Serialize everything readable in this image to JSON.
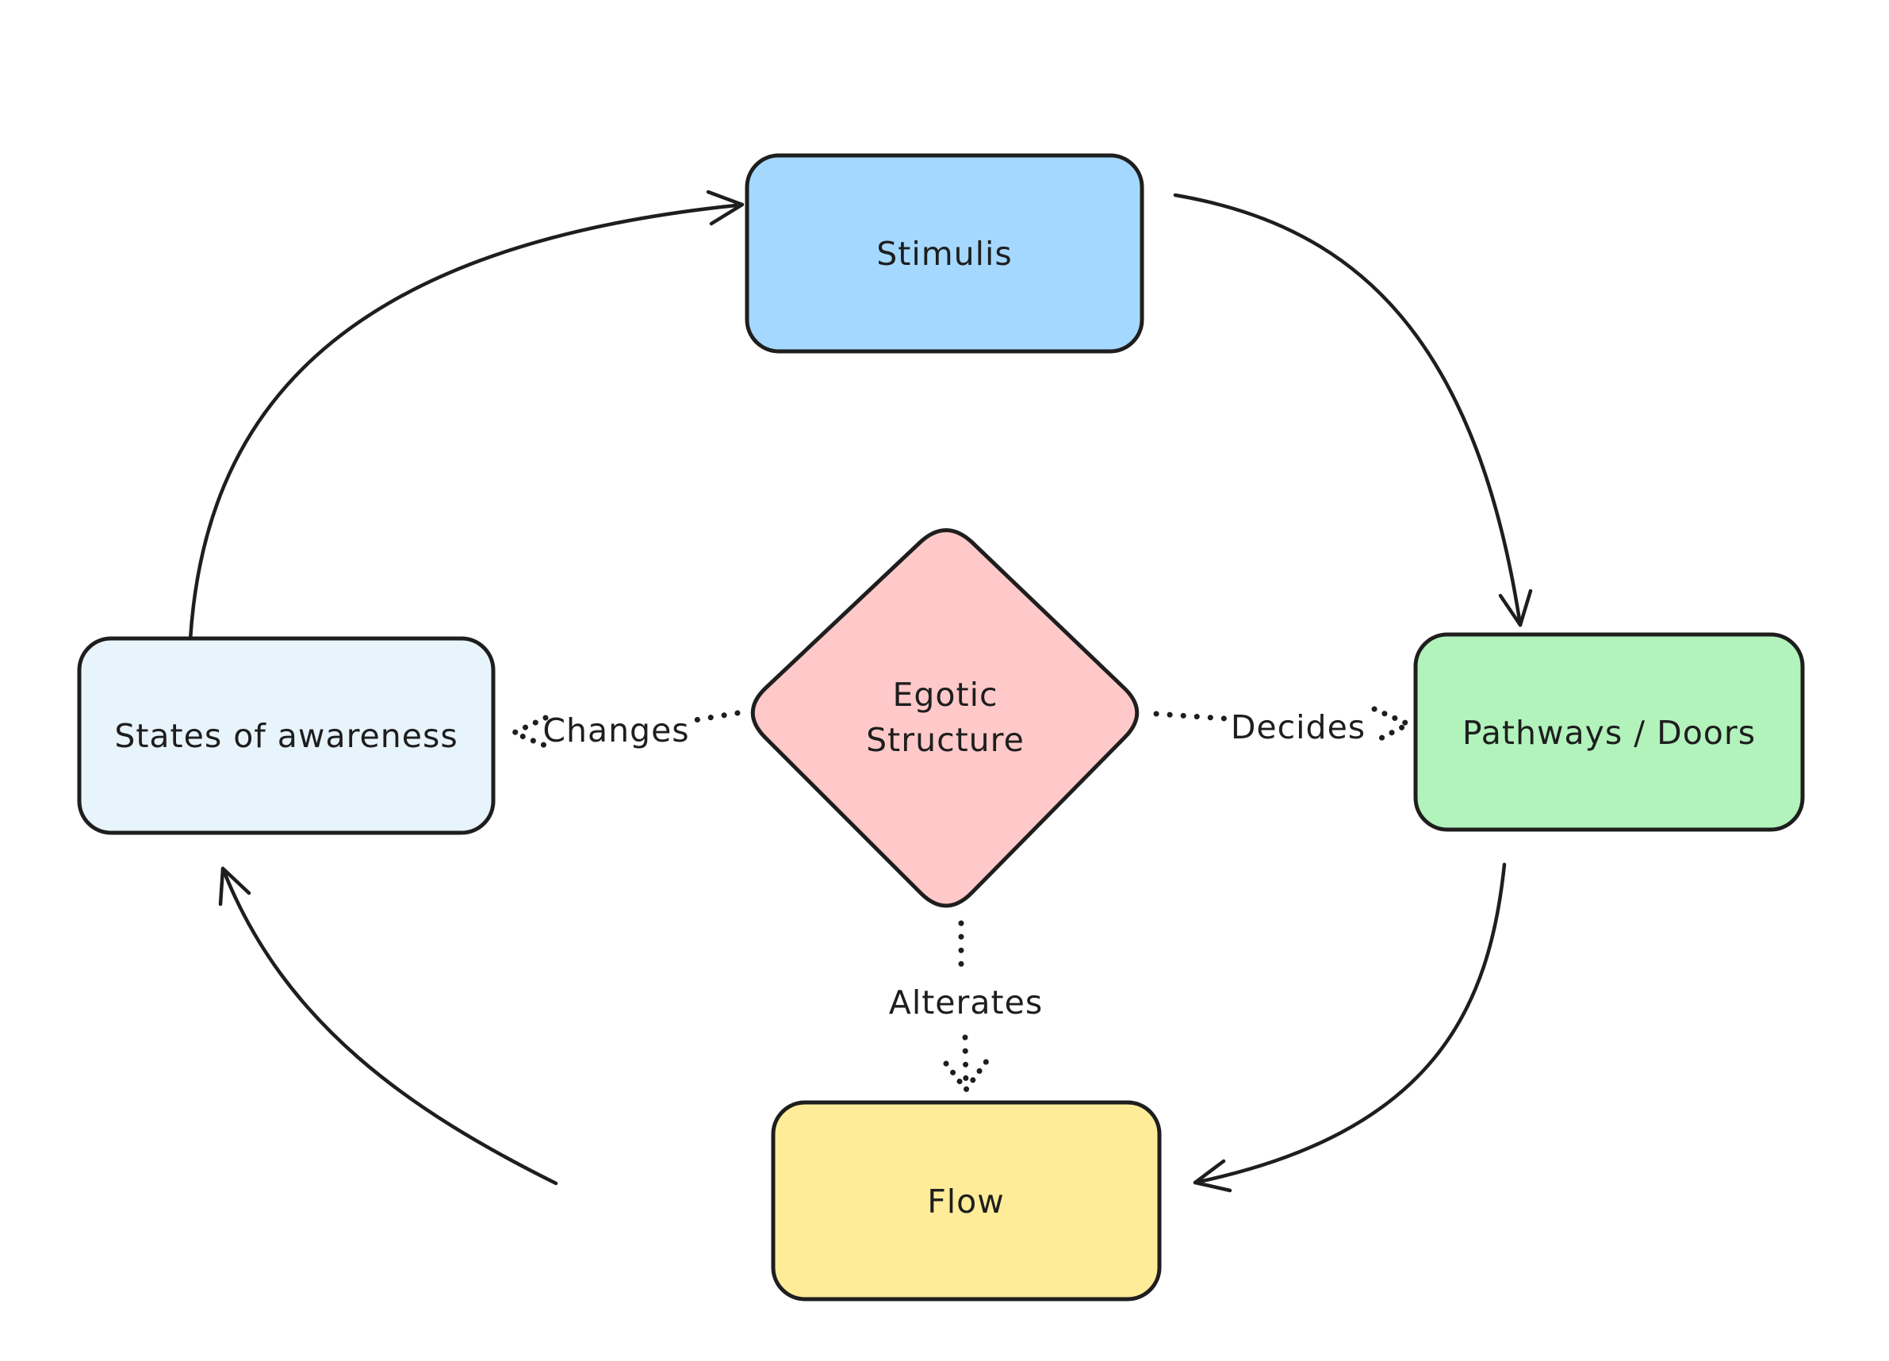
{
  "diagram": {
    "canvas": {
      "background": "#ffffff",
      "stroke": "#1e1e1e",
      "text_color": "#1e1e1e"
    },
    "nodes": {
      "stimulis": {
        "label": "Stimulis",
        "shape": "rounded-rectangle",
        "fill": "#a5d8ff"
      },
      "states_of_awareness": {
        "label": "States of awareness",
        "shape": "rounded-rectangle",
        "fill": "#e8f4fb"
      },
      "pathways_doors": {
        "label": "Pathways / Doors",
        "shape": "rounded-rectangle",
        "fill": "#b2f2bb"
      },
      "flow": {
        "label": "Flow",
        "shape": "rounded-rectangle",
        "fill": "#ffec99"
      },
      "egotic_structure": {
        "label": "Egotic Structure",
        "lines": [
          "Egotic",
          "Structure"
        ],
        "shape": "diamond",
        "fill": "#ffc9c9"
      }
    },
    "edges": [
      {
        "from": "States of awareness",
        "to": "Stimulis",
        "style": "solid-arrow",
        "label": ""
      },
      {
        "from": "Stimulis",
        "to": "Pathways / Doors",
        "style": "solid-arrow",
        "label": ""
      },
      {
        "from": "Pathways / Doors",
        "to": "Flow",
        "style": "solid-arrow",
        "label": ""
      },
      {
        "from": "Flow",
        "to": "States of awareness",
        "style": "solid-arrow",
        "label": ""
      },
      {
        "from": "Egotic Structure",
        "to": "States of awareness",
        "style": "dotted-arrow",
        "label": "Changes"
      },
      {
        "from": "Egotic Structure",
        "to": "Pathways / Doors",
        "style": "dotted-arrow",
        "label": "Decides"
      },
      {
        "from": "Egotic Structure",
        "to": "Flow",
        "style": "dotted-arrow",
        "label": "Alterates"
      }
    ]
  }
}
